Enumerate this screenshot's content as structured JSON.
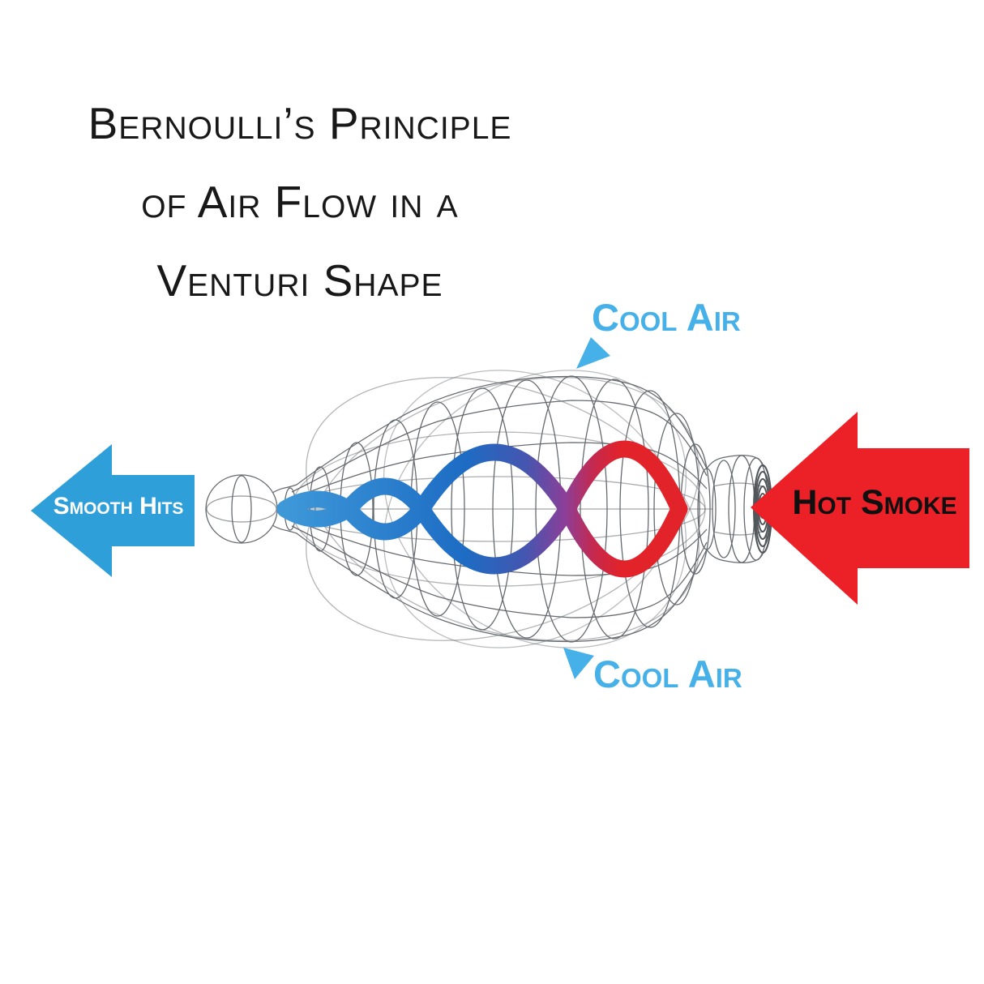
{
  "title": {
    "line1": "Bernoulli’s Principle",
    "line2": "of Air Flow in a",
    "line3": "Venturi Shape"
  },
  "annotations": {
    "cool_air_top": "Cool Air",
    "cool_air_bottom": "Cool Air"
  },
  "arrows": {
    "output": {
      "label": "Smooth Hits",
      "direction": "left",
      "color": "#2e9fd9"
    },
    "input": {
      "label": "Hot Smoke",
      "direction": "left",
      "color": "#ec2027"
    }
  },
  "colors": {
    "background": "#ffffff",
    "title_text": "#181818",
    "cool_air": "#45b1e8",
    "flow_blue": "#1d6cc4",
    "flow_red": "#e2232a",
    "wireframe": "#51565c"
  }
}
